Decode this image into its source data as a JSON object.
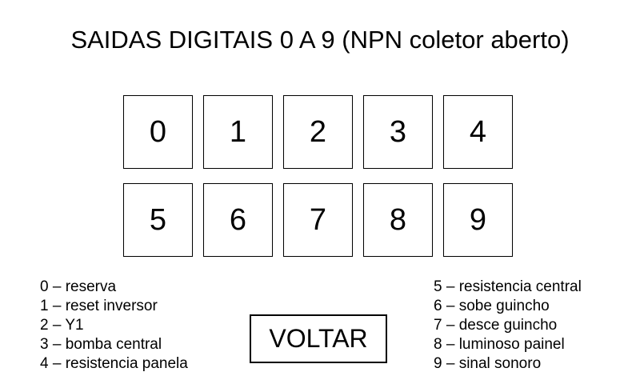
{
  "title": "SAIDAS DIGITAIS 0 A 9 (NPN coletor aberto)",
  "outputs": [
    {
      "label": "0"
    },
    {
      "label": "1"
    },
    {
      "label": "2"
    },
    {
      "label": "3"
    },
    {
      "label": "4"
    },
    {
      "label": "5"
    },
    {
      "label": "6"
    },
    {
      "label": "7"
    },
    {
      "label": "8"
    },
    {
      "label": "9"
    }
  ],
  "legend_left": [
    "0 – reserva",
    "1 – reset inversor",
    "2 – Y1",
    "3 – bomba central",
    "4 – resistencia panela"
  ],
  "legend_right": [
    "5 – resistencia central",
    "6 – sobe guincho",
    "7 – desce guincho",
    "8 – luminoso painel",
    "9 – sinal sonoro"
  ],
  "back_button": {
    "label": "VOLTAR"
  }
}
